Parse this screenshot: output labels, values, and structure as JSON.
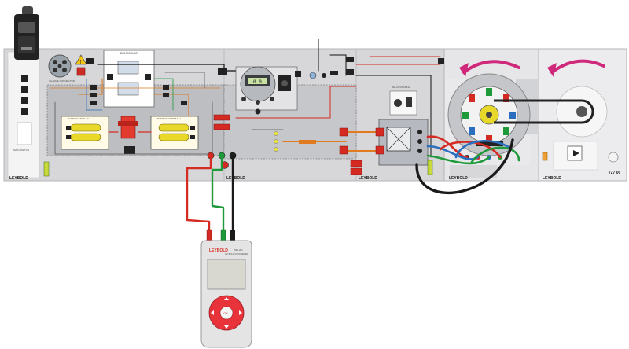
{
  "brands": {
    "left": "LEYBOLD",
    "mid": "LEYBOLD",
    "right": "LEYBOLD",
    "motor": "LEYBOLD",
    "meter": "LEYBOLD"
  },
  "modules": {
    "bms_title": "BMS MODULE",
    "battery1": "BATTERY MODULE 1",
    "battery2": "BATTERY MODULE 2",
    "main_switch": "MAIN SWITCH",
    "charger_label": "CHARGE CONNECTOR",
    "sensor_label": "RELAY MODULE",
    "part_number": "727 00",
    "display_value": "0.0"
  },
  "meter": {
    "model": "531 281",
    "subtitle": "LEYBOLD MULTIMETER",
    "ok_label": "OK"
  },
  "colors": {
    "wire_red": "#d52a22",
    "wire_green": "#1f9a3a",
    "wire_black": "#1a1a1a",
    "wire_blue": "#2a6fbf",
    "wire_orange": "#e07b22",
    "arrow": "#d0287b",
    "battery": "#e8d82a",
    "meter_pad": "#e8333b"
  },
  "icons": [
    "rotation-arrow-icon",
    "play-icon",
    "power-icon",
    "warning-icon",
    "ground-icon"
  ]
}
